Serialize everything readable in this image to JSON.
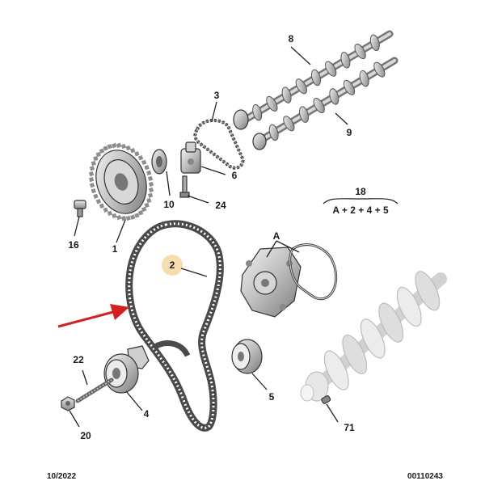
{
  "callouts": {
    "n1": "1",
    "n2": "2",
    "n3": "3",
    "n4": "4",
    "n5": "5",
    "n6": "6",
    "n8": "8",
    "n9": "9",
    "n10": "10",
    "n16": "16",
    "n18": "18",
    "n20": "20",
    "n22": "22",
    "n24": "24",
    "n71": "71",
    "nA": "A"
  },
  "formula": "A + 2 + 4 + 5",
  "footer": {
    "date": "10/2022",
    "ref": "00110243"
  },
  "colors": {
    "arrow": "#d42020",
    "highlight": "#f6ddb0",
    "belt": "#4a4a4a",
    "crank": "#b5b5b5"
  }
}
